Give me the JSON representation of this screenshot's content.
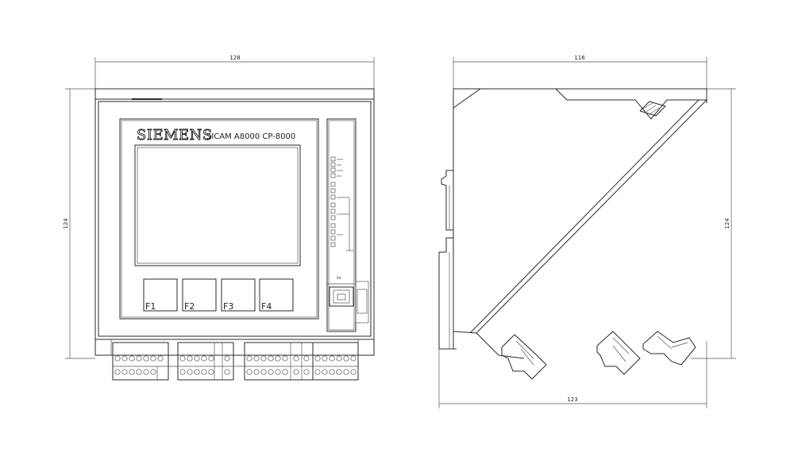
{
  "dimensions": {
    "front_width": "128",
    "front_height": "124",
    "side_top_width": "116",
    "side_height": "124",
    "side_bottom_width": "123"
  },
  "front_panel": {
    "brand": "SIEMENS",
    "model": "SICAM A8000 CP-8000",
    "function_keys": [
      "F1",
      "F2",
      "F3",
      "F4"
    ],
    "usb_label": "X4"
  }
}
